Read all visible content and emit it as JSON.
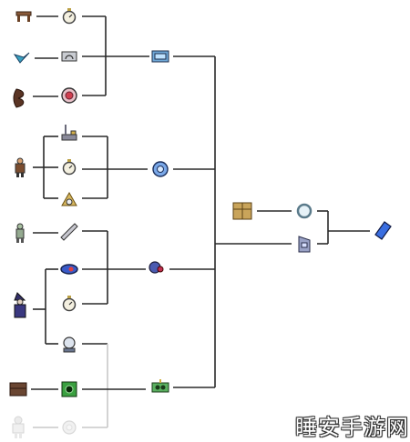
{
  "diagram": {
    "line_color": "#2a2a2a",
    "nodes": [
      {
        "id": "workbench",
        "icon": "workbench-icon",
        "faded": false
      },
      {
        "id": "watch",
        "icon": "stopwatch-icon",
        "faded": false
      },
      {
        "id": "bird",
        "icon": "bird-icon",
        "faded": false
      },
      {
        "id": "depth",
        "icon": "depth-meter-icon",
        "faded": false
      },
      {
        "id": "shark",
        "icon": "sea-creature-icon",
        "faded": false
      },
      {
        "id": "compass",
        "icon": "compass-icon",
        "faded": false
      },
      {
        "id": "gps",
        "icon": "gps-device-icon",
        "faded": false
      },
      {
        "id": "merchant",
        "icon": "merchant-npc-icon",
        "faded": false
      },
      {
        "id": "metal-detector",
        "icon": "metal-detector-icon",
        "faded": false
      },
      {
        "id": "tally",
        "icon": "tally-counter-icon",
        "faded": false
      },
      {
        "id": "sextant",
        "icon": "sextant-icon",
        "faded": false
      },
      {
        "id": "pda-blue",
        "icon": "calculator-icon",
        "faded": false
      },
      {
        "id": "zombie",
        "icon": "zombie-npc-icon",
        "faded": false
      },
      {
        "id": "ruler",
        "icon": "ruler-icon",
        "faded": false
      },
      {
        "id": "wizard",
        "icon": "wizard-npc-icon",
        "faded": false
      },
      {
        "id": "radar",
        "icon": "radar-icon",
        "faded": false
      },
      {
        "id": "stopwatch",
        "icon": "stopwatch-icon",
        "faded": false
      },
      {
        "id": "fishfinder",
        "icon": "fish-finder-icon",
        "faded": false
      },
      {
        "id": "dps",
        "icon": "dps-meter-icon",
        "faded": false
      },
      {
        "id": "chest",
        "icon": "chest-icon",
        "faded": false
      },
      {
        "id": "lifeform",
        "icon": "lifeform-analyzer-icon",
        "faded": false
      },
      {
        "id": "goblin",
        "icon": "ghost-npc-icon",
        "faded": true
      },
      {
        "id": "weather",
        "icon": "weather-radio-icon",
        "faded": true
      },
      {
        "id": "rarity-radar",
        "icon": "rarity-device-icon",
        "faded": false
      },
      {
        "id": "dresser",
        "icon": "dresser-icon",
        "faded": false
      },
      {
        "id": "ring",
        "icon": "ring-icon",
        "faded": false
      },
      {
        "id": "cellphone",
        "icon": "cell-phone-icon",
        "faded": false
      },
      {
        "id": "pda",
        "icon": "pda-icon",
        "faded": false
      }
    ]
  },
  "watermark": {
    "text": "睡安手游网"
  }
}
